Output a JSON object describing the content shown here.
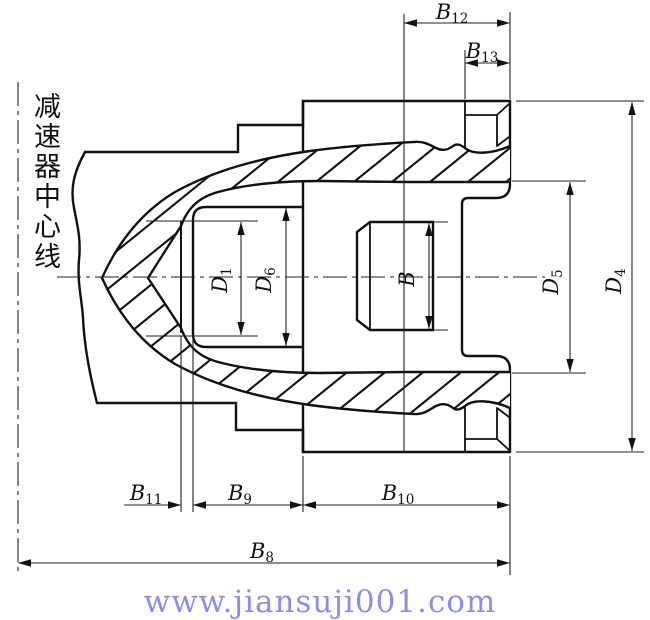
{
  "drawing": {
    "title": "reducer-output-yoke-section-drawing",
    "centerline_label": "减速器中心线",
    "watermark": "www.jiansuji001.com",
    "colors": {
      "outline": "#111111",
      "dimension": "#222222",
      "watermark": "#8a90e8",
      "background": "#ffffff"
    },
    "labels": {
      "b12": {
        "main": "B",
        "sub": "12"
      },
      "b13": {
        "main": "B",
        "sub": "13"
      },
      "b11": {
        "main": "B",
        "sub": "11"
      },
      "b9": {
        "main": "B",
        "sub": "9"
      },
      "b10": {
        "main": "B",
        "sub": "10"
      },
      "b8": {
        "main": "B",
        "sub": "8"
      },
      "b": {
        "main": "B",
        "sub": ""
      },
      "d1": {
        "main": "D",
        "sub": "1"
      },
      "d6": {
        "main": "D",
        "sub": "6"
      },
      "d5": {
        "main": "D",
        "sub": "5"
      },
      "d4": {
        "main": "D",
        "sub": "4"
      }
    }
  }
}
